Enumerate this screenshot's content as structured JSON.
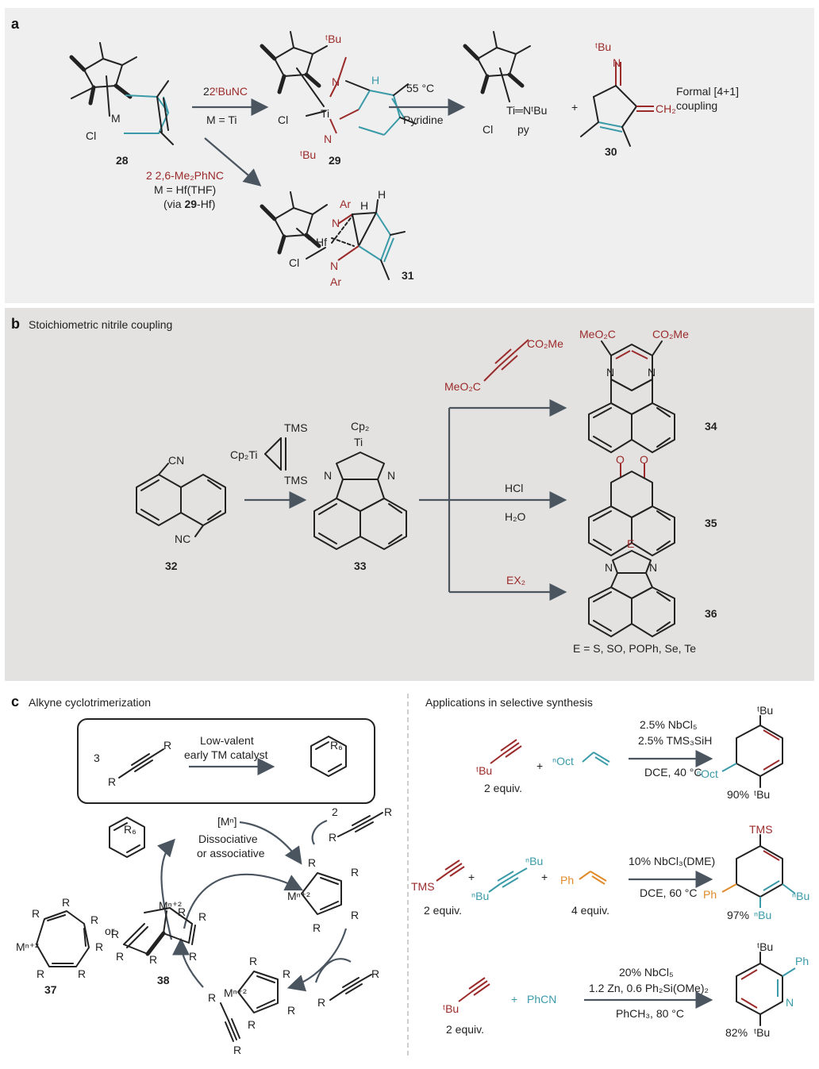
{
  "panel_a": {
    "label": "a",
    "cmpd_28": "28",
    "cmpd_29": "29",
    "cmpd_30": "30",
    "cmpd_31": "31",
    "reagent_top": "2ᵗBuNC",
    "cond_top": "M = Ti",
    "temp": "55 °C",
    "solvent": "Pyridine",
    "reagent_bottom": "2 2,6-Me₂PhNC",
    "cond_bottom_1": "M = Hf(THF)",
    "cond_bottom_2": "(via ",
    "cond_bottom_2b": "29",
    "cond_bottom_2c": "-Hf)",
    "plus": "+",
    "formal_1": "Formal [4+1]",
    "formal_2": "coupling",
    "atoms": {
      "M": "M",
      "Cl": "Cl",
      "Ti": "Ti",
      "N": "N",
      "H": "H",
      "tBu": "ᵗBu",
      "py": "py",
      "TiN": "Ti═NᵗBu",
      "CH2": "CH₂",
      "Hf": "Hf",
      "Ar": "Ar"
    }
  },
  "panel_b": {
    "label": "b",
    "title": "Stoichiometric nitrile coupling",
    "cmpd_32": "32",
    "cmpd_33": "33",
    "cmpd_34": "34",
    "cmpd_35": "35",
    "cmpd_36": "36",
    "reagent_1": "Cp₂Ti",
    "tms": "TMS",
    "cp2": "Cp₂",
    "ti": "Ti",
    "cn": "CN",
    "nc": "NC",
    "co2me": "CO₂Me",
    "meo2c": "MeO₂C",
    "hcl": "HCl",
    "h2o": "H₂O",
    "ex2": "EX₂",
    "n": "N",
    "o": "O",
    "e": "E",
    "footnote": "E = S, SO, POPh, Se, Te"
  },
  "panel_c": {
    "label": "c",
    "title": "Alkyne cyclotrimerization",
    "apps_title": "Applications in selective synthesis",
    "box_3": "3",
    "box_r": "R",
    "box_line1": "Low-valent",
    "box_line2": "early TM catalyst",
    "r6": "R₆",
    "mn": "[Mⁿ]",
    "dissoc": "Dissociative",
    "assoc": "or associative",
    "mn2": "Mⁿ⁺²",
    "or": "or",
    "two": "2",
    "cmpd_37": "37",
    "cmpd_38": "38",
    "rxn1": {
      "reagent1": "ᵗBu",
      "plus": "+",
      "reagent2": "ⁿOct",
      "equiv": "2 equiv.",
      "cond1": "2.5% NbCl₅",
      "cond2": "2.5% TMS₃SiH",
      "cond3": "DCE, 40 °C",
      "yield": "90%",
      "p_tbu": "ᵗBu",
      "p_oct": "ⁿOct"
    },
    "rxn2": {
      "tms": "TMS",
      "nbu": "ⁿBu",
      "plus": "+",
      "ph": "Ph",
      "equiv1": "2 equiv.",
      "equiv2": "4 equiv.",
      "cond1": "10% NbCl₃(DME)",
      "cond2": "DCE, 60 °C",
      "yield": "97%"
    },
    "rxn3": {
      "tbu": "ᵗBu",
      "plus": "+",
      "phcn": "PhCN",
      "equiv": "2 equiv.",
      "cond1": "20% NbCl₅",
      "cond2": "1.2 Zn, 0.6 Ph₂Si(OMe)₂",
      "cond3": "PhCH₃, 80 °C",
      "yield": "82%",
      "ph": "Ph",
      "n": "N"
    }
  }
}
